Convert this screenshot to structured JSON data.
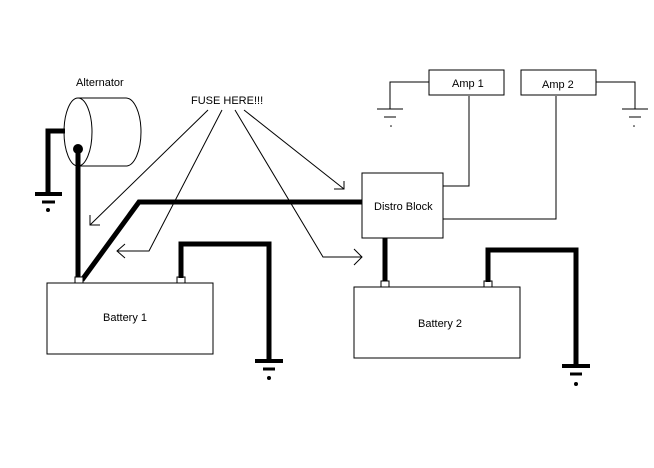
{
  "diagram": {
    "type": "wiring-schematic",
    "labels": {
      "alternator": "Alternator",
      "fuse_note": "FUSE HERE!!!",
      "amp1": "Amp 1",
      "amp2": "Amp 2",
      "distro_block": "Distro Block",
      "battery1": "Battery 1",
      "battery2": "Battery 2"
    },
    "colors": {
      "line": "#000000",
      "background": "#ffffff"
    },
    "components": [
      "Alternator",
      "Battery 1",
      "Battery 2",
      "Distro Block",
      "Amp 1",
      "Amp 2"
    ],
    "connections": [
      {
        "from": "Alternator",
        "to": "Battery 1 (+)",
        "kind": "power"
      },
      {
        "from": "Battery 1 (+)",
        "to": "Distro Block",
        "kind": "power"
      },
      {
        "from": "Distro Block",
        "to": "Battery 2 (+)",
        "kind": "power"
      },
      {
        "from": "Distro Block",
        "to": "Amp 1",
        "kind": "power"
      },
      {
        "from": "Distro Block",
        "to": "Amp 2",
        "kind": "power"
      },
      {
        "from": "Alternator",
        "to": "Ground",
        "kind": "ground"
      },
      {
        "from": "Battery 1 (-)",
        "to": "Ground",
        "kind": "ground"
      },
      {
        "from": "Battery 2 (-)",
        "to": "Ground",
        "kind": "ground"
      },
      {
        "from": "Amp 1",
        "to": "Ground",
        "kind": "ground"
      },
      {
        "from": "Amp 2",
        "to": "Ground",
        "kind": "ground"
      }
    ]
  }
}
